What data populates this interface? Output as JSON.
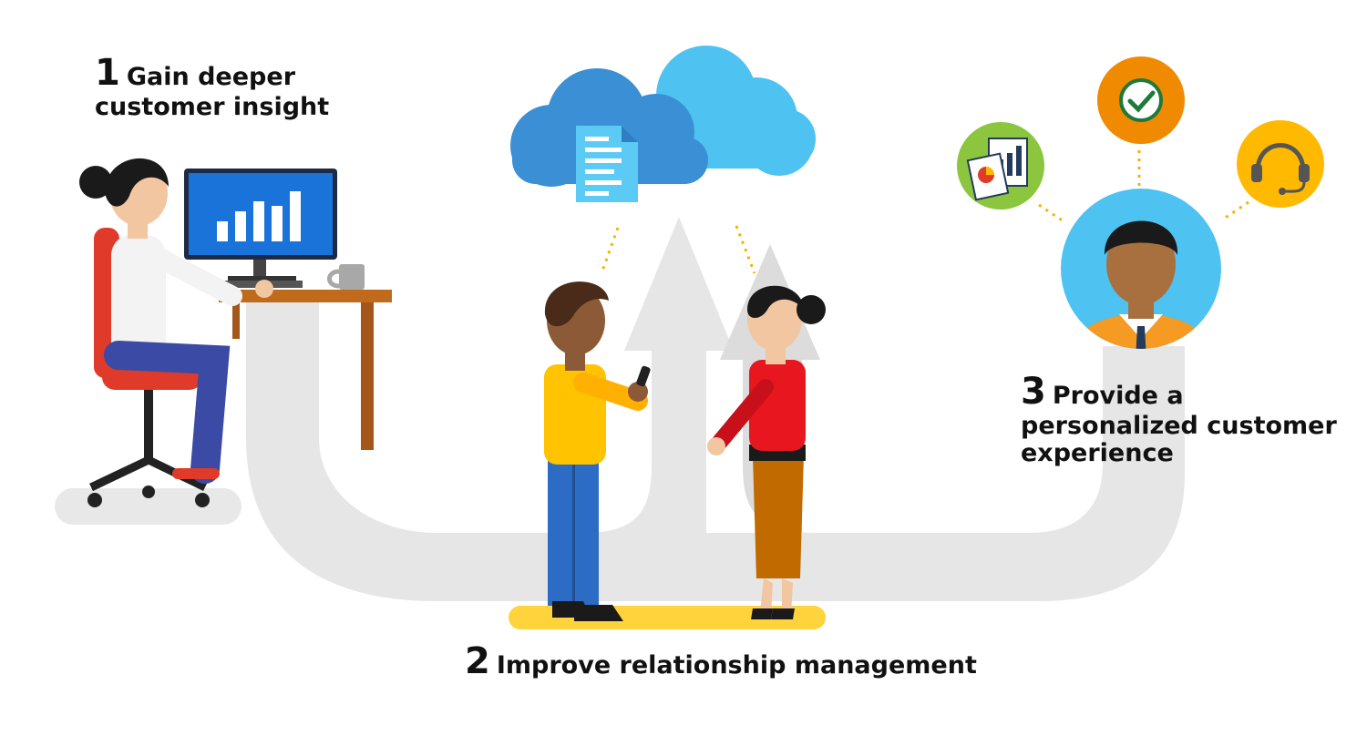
{
  "steps": [
    {
      "number": "1",
      "title": "Gain deeper customer insight"
    },
    {
      "number": "2",
      "title": "Improve relationship management"
    },
    {
      "number": "3",
      "title": "Provide a personalized customer experience"
    }
  ],
  "icons": {
    "cloud": "cloud-icon",
    "document": "document-icon",
    "report": "report-icon",
    "check": "check-circle-icon",
    "headset": "headset-icon",
    "monitor_chart": "bar-chart-icon"
  },
  "colors": {
    "path": "#e6e6e6",
    "cloud_dark": "#3b8fd4",
    "cloud_light": "#4ec2f0",
    "green": "#8cc63f",
    "orange": "#f08a00",
    "yellow": "#ffb900",
    "avatar_bg": "#4ec2f0",
    "connector": "#f2b400"
  }
}
